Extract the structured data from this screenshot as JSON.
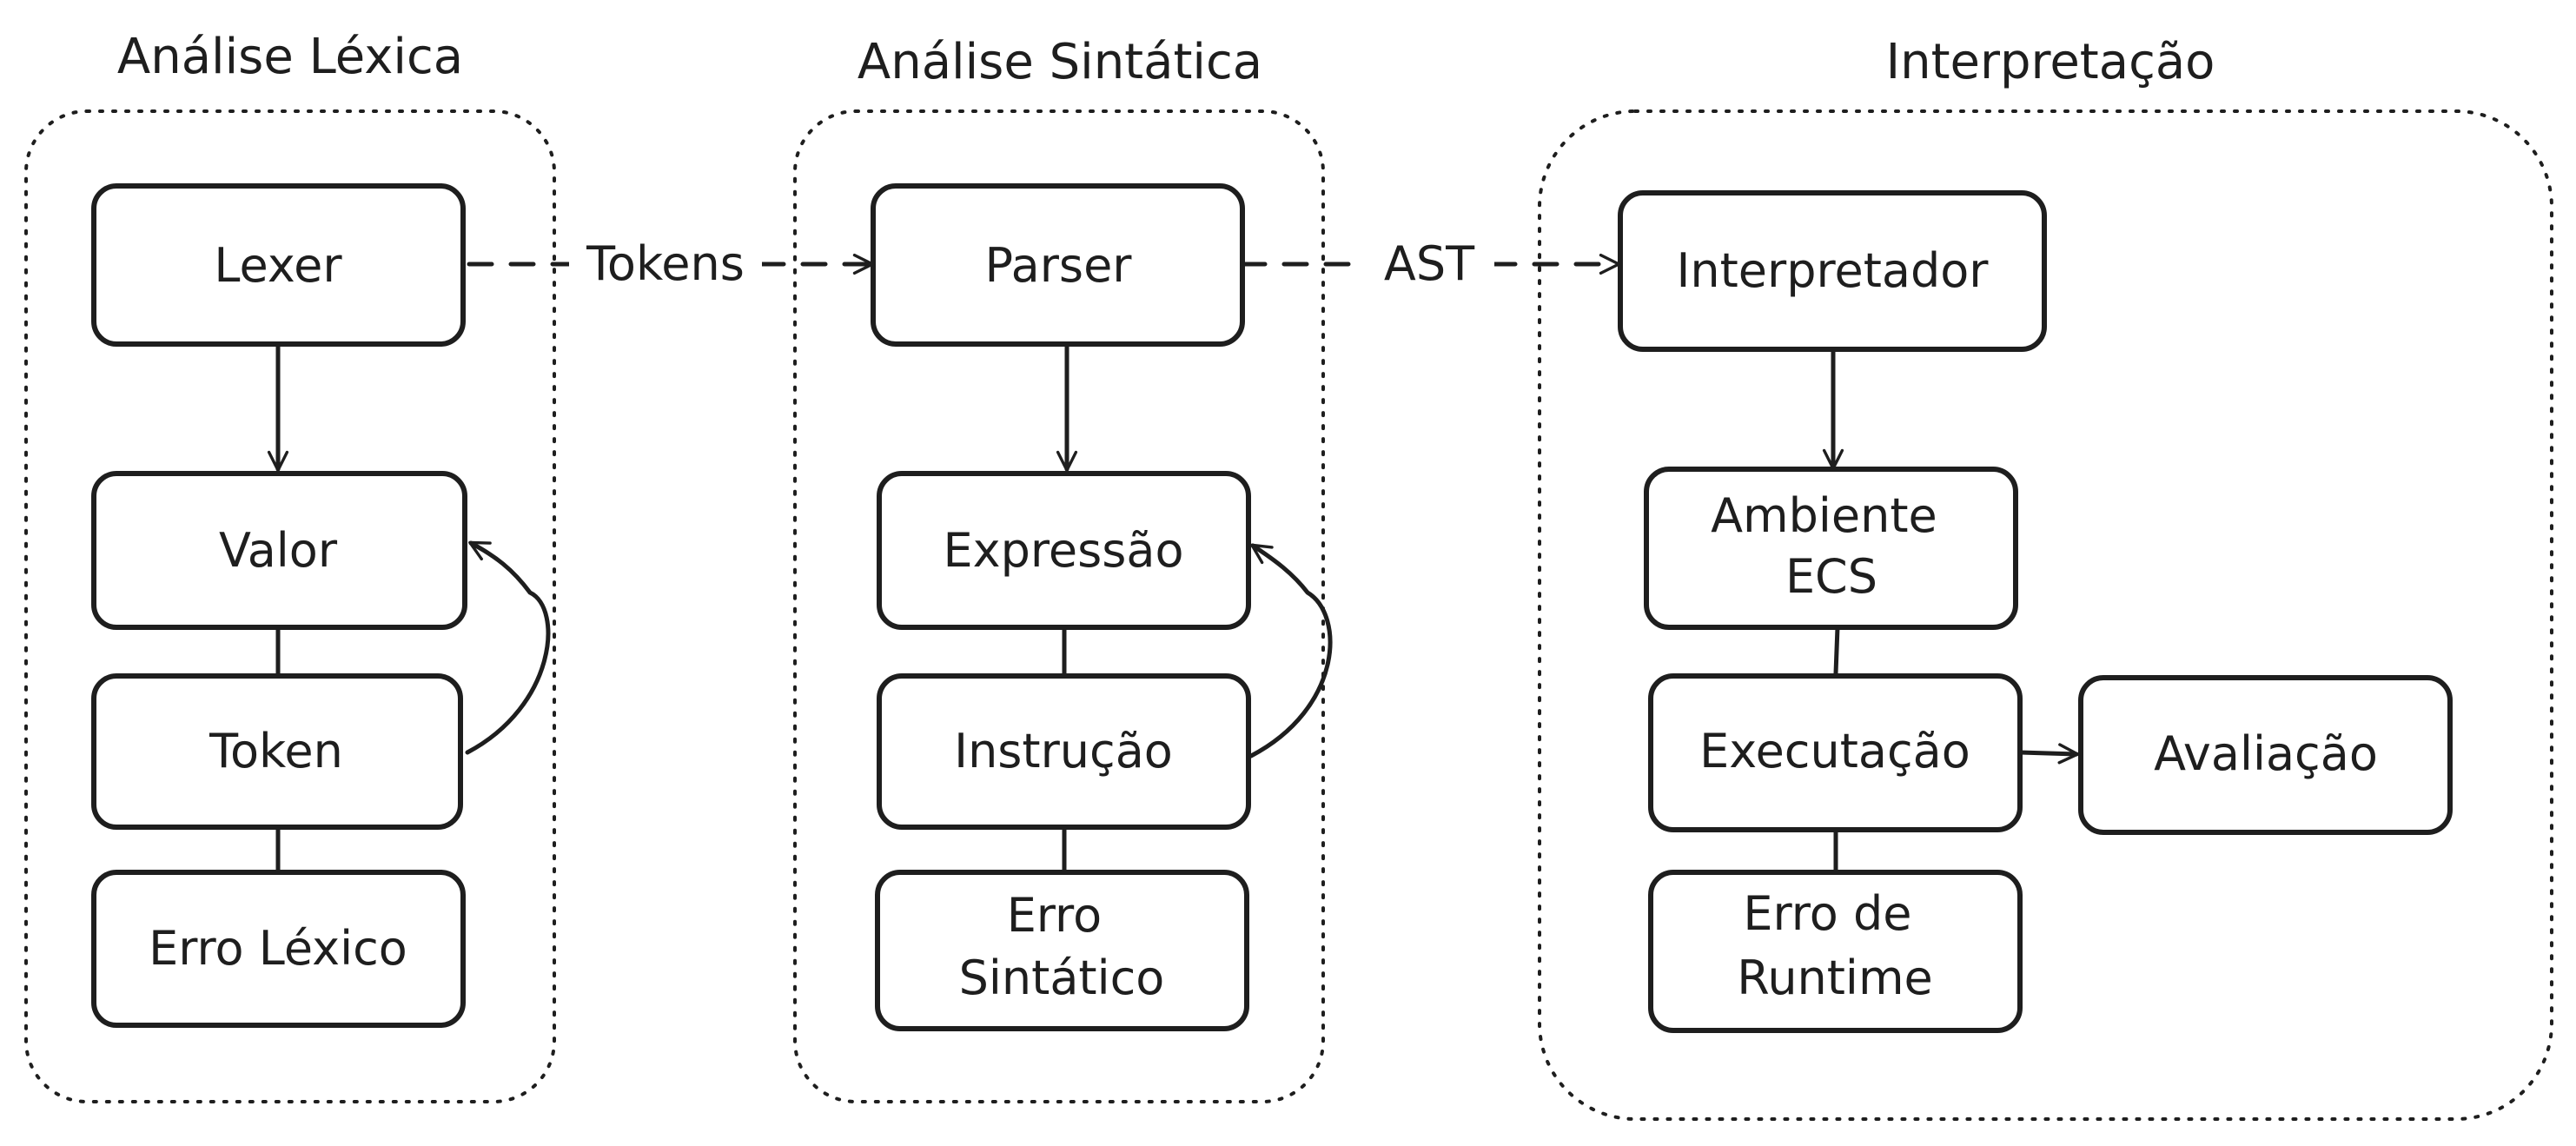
{
  "groups": [
    {
      "id": "lexica",
      "title": "Análise Léxica"
    },
    {
      "id": "sintatica",
      "title": "Análise Sintática"
    },
    {
      "id": "interp",
      "title": "Interpretação"
    }
  ],
  "nodes": [
    {
      "id": "lexer",
      "lines": [
        "Lexer"
      ]
    },
    {
      "id": "valor",
      "lines": [
        "Valor"
      ]
    },
    {
      "id": "token",
      "lines": [
        "Token"
      ]
    },
    {
      "id": "erro-lexico",
      "lines": [
        "Erro Léxico"
      ]
    },
    {
      "id": "parser",
      "lines": [
        "Parser"
      ]
    },
    {
      "id": "expressao",
      "lines": [
        "Expressão"
      ]
    },
    {
      "id": "instrucao",
      "lines": [
        "Instrução"
      ]
    },
    {
      "id": "erro-sintatico",
      "lines": [
        "Erro",
        "Sintático"
      ]
    },
    {
      "id": "interpretador",
      "lines": [
        "Interpretador"
      ]
    },
    {
      "id": "ambiente-ecs",
      "lines": [
        "Ambiente",
        "ECS"
      ]
    },
    {
      "id": "executacao",
      "lines": [
        "Executação"
      ]
    },
    {
      "id": "avaliacao",
      "lines": [
        "Avaliação"
      ]
    },
    {
      "id": "erro-runtime",
      "lines": [
        "Erro de",
        "Runtime"
      ]
    }
  ],
  "edges": [
    {
      "id": "lexer-to-parser",
      "from": "lexer",
      "to": "parser",
      "label": "Tokens",
      "style": "dashed",
      "arrow": true
    },
    {
      "id": "parser-to-interpretador",
      "from": "parser",
      "to": "interpretador",
      "label": "AST",
      "style": "dashed",
      "arrow": true
    },
    {
      "id": "lexer-to-valor",
      "from": "lexer",
      "to": "valor",
      "label": "",
      "style": "solid",
      "arrow": true
    },
    {
      "id": "valor-token",
      "from": "valor",
      "to": "token",
      "label": "",
      "style": "solid",
      "arrow": false
    },
    {
      "id": "token-erro-lexico",
      "from": "token",
      "to": "erro-lexico",
      "label": "",
      "style": "solid",
      "arrow": false
    },
    {
      "id": "token-to-valor",
      "from": "token",
      "to": "valor",
      "label": "",
      "style": "solid",
      "arrow": true
    },
    {
      "id": "parser-to-expressao",
      "from": "parser",
      "to": "expressao",
      "label": "",
      "style": "solid",
      "arrow": true
    },
    {
      "id": "expressao-instrucao",
      "from": "expressao",
      "to": "instrucao",
      "label": "",
      "style": "solid",
      "arrow": false
    },
    {
      "id": "instrucao-erro-sintatico",
      "from": "instrucao",
      "to": "erro-sintatico",
      "label": "",
      "style": "solid",
      "arrow": false
    },
    {
      "id": "instrucao-to-expressao",
      "from": "instrucao",
      "to": "expressao",
      "label": "",
      "style": "solid",
      "arrow": true
    },
    {
      "id": "interpretador-to-ambiente",
      "from": "interpretador",
      "to": "ambiente-ecs",
      "label": "",
      "style": "solid",
      "arrow": true
    },
    {
      "id": "ambiente-executacao",
      "from": "ambiente-ecs",
      "to": "executacao",
      "label": "",
      "style": "solid",
      "arrow": false
    },
    {
      "id": "executacao-erro-runtime",
      "from": "executacao",
      "to": "erro-runtime",
      "label": "",
      "style": "solid",
      "arrow": false
    },
    {
      "id": "executacao-to-avaliacao",
      "from": "executacao",
      "to": "avaliacao",
      "label": "",
      "style": "solid",
      "arrow": true
    }
  ],
  "colors": {
    "stroke": "#1e1e1e",
    "background": "#ffffff"
  }
}
